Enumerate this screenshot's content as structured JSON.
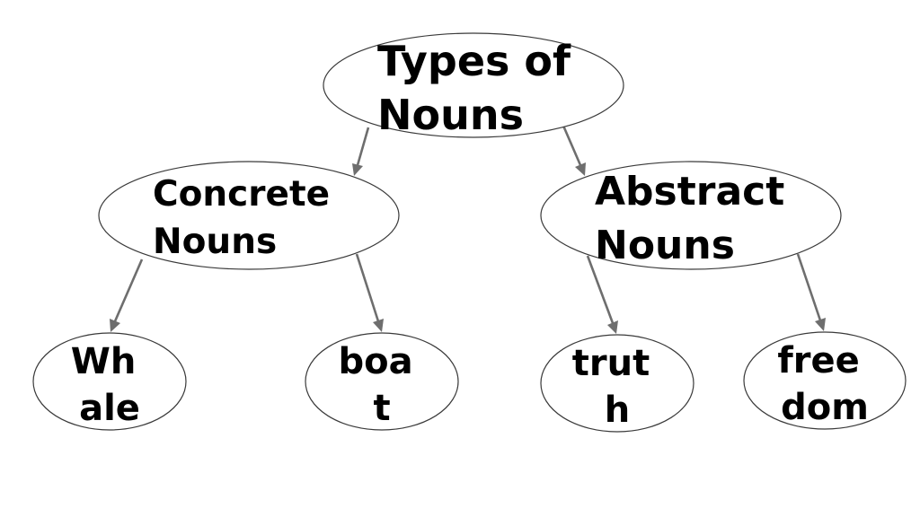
{
  "colors": {
    "node_stroke": "#3a3a3a",
    "arrow": "#6e6e6e",
    "text": "#000000",
    "background": "#ffffff"
  },
  "diagram": {
    "nodes": [
      {
        "id": "root",
        "lines": [
          "Types of",
          "Nouns"
        ]
      },
      {
        "id": "concrete",
        "lines": [
          "Concrete",
          "Nouns"
        ]
      },
      {
        "id": "abstract",
        "lines": [
          "Abstract",
          "Nouns"
        ]
      },
      {
        "id": "whale",
        "lines": [
          "Wh",
          "ale"
        ]
      },
      {
        "id": "boat",
        "lines": [
          "boa",
          "t"
        ]
      },
      {
        "id": "truth",
        "lines": [
          "trut",
          "h"
        ]
      },
      {
        "id": "freedom",
        "lines": [
          "free",
          "dom"
        ]
      }
    ],
    "edges": [
      {
        "from": "root",
        "to": "concrete"
      },
      {
        "from": "root",
        "to": "abstract"
      },
      {
        "from": "concrete",
        "to": "whale"
      },
      {
        "from": "concrete",
        "to": "boat"
      },
      {
        "from": "abstract",
        "to": "truth"
      },
      {
        "from": "abstract",
        "to": "freedom"
      }
    ]
  }
}
